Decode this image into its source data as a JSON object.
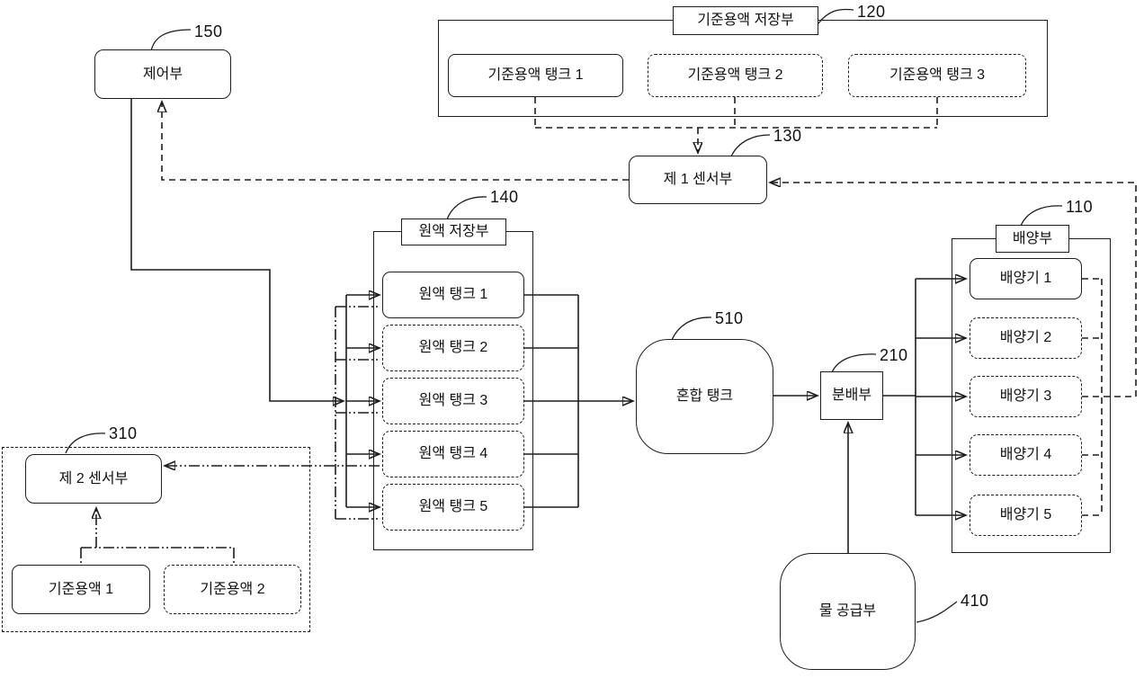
{
  "figure": {
    "type": "patent-block-diagram",
    "background_color": "#ffffff",
    "line_color": "#1d1d1d"
  },
  "diagram": {
    "controller": {
      "label": "제어부",
      "ref": "150"
    },
    "reference_storage": {
      "title": "기준용액 저장부",
      "ref": "120",
      "tanks": [
        "기준용액 탱크 1",
        "기준용액 탱크 2",
        "기준용액 탱크 3"
      ]
    },
    "sensor1": {
      "label": "제 1 센서부",
      "ref": "130"
    },
    "stock_storage": {
      "title": "원액 저장부",
      "ref": "140",
      "tanks": [
        "원액 탱크 1",
        "원액 탱크 2",
        "원액 탱크 3",
        "원액 탱크 4",
        "원액 탱크 5"
      ]
    },
    "mix_tank": {
      "label": "혼합 탱크",
      "ref": "510"
    },
    "distributor": {
      "label": "분배부",
      "ref": "210"
    },
    "culture_unit": {
      "title": "배양부",
      "ref": "110",
      "incubators": [
        "배양기 1",
        "배양기 2",
        "배양기 3",
        "배양기 4",
        "배양기 5"
      ]
    },
    "sensor2": {
      "label": "제 2 센서부",
      "ref": "310",
      "solutions": [
        "기준용액 1",
        "기준용액 2"
      ]
    },
    "water_supply": {
      "label": "물 공급부",
      "ref": "410"
    }
  }
}
